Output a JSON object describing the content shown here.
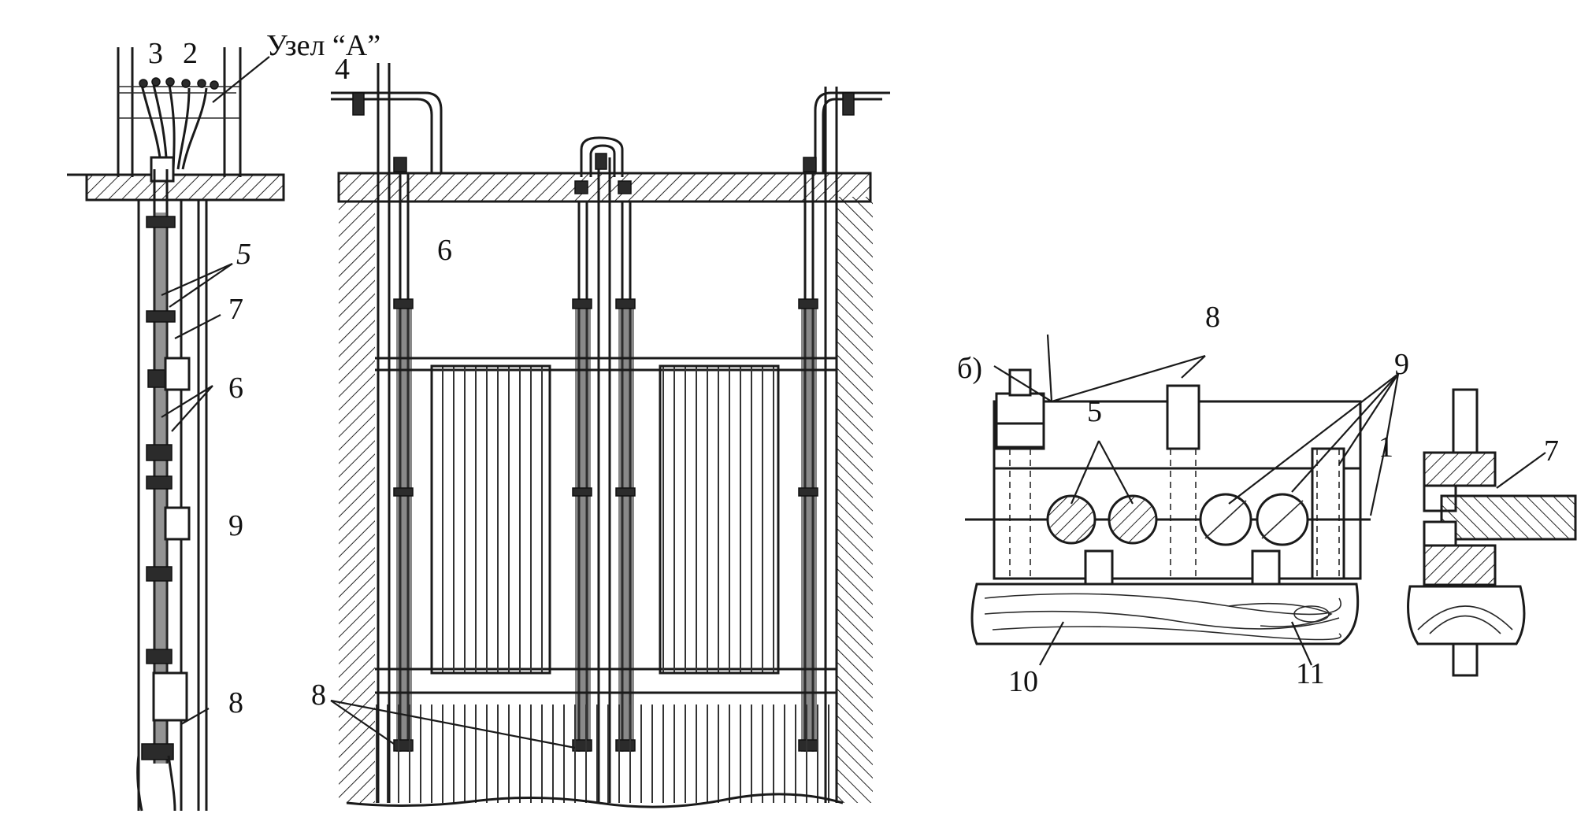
{
  "labels": {
    "left_view": {
      "node_a": "Узел “А”",
      "n2": "2",
      "n3": "3",
      "n5": "5",
      "n6": "6",
      "n7": "7",
      "n8": "8",
      "n9": "9"
    },
    "front_view": {
      "n4": "4",
      "n6": "6",
      "n8": "8"
    },
    "detail_b": {
      "title": "б)",
      "n1": "1",
      "n5": "5",
      "n7": "7",
      "n8": "8",
      "n9": "9",
      "n10": "10",
      "n11": "11"
    }
  },
  "colors": {
    "ink": "#1a1a1a",
    "background": "#ffffff"
  }
}
